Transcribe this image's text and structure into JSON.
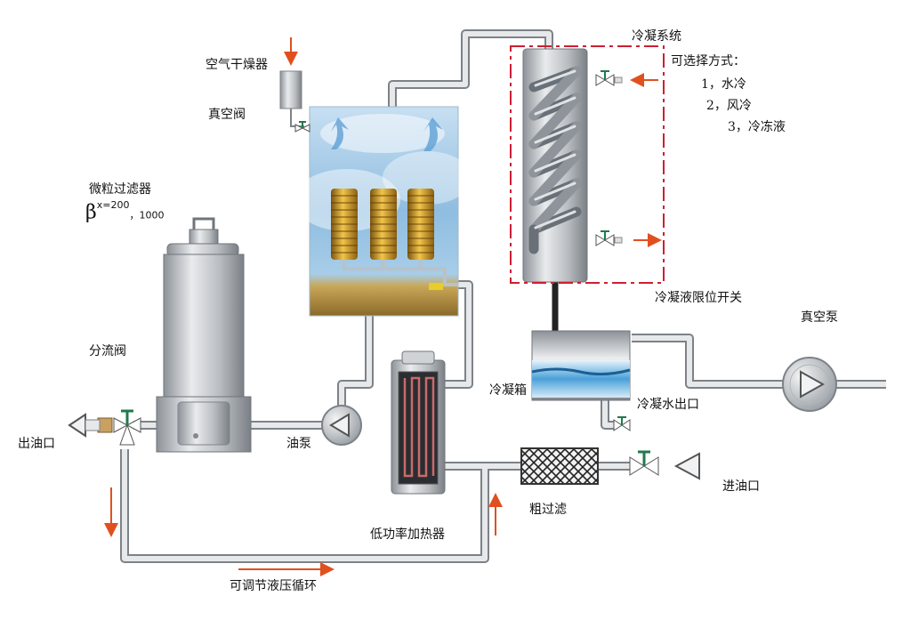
{
  "labels": {
    "air_dryer": "空气干燥器",
    "vacuum_valve": "真空阀",
    "particle_filter": "微粒过滤器",
    "beta_symbol": "β",
    "beta_sub": "x=200",
    "beta_value": "，1000",
    "diverter_valve": "分流阀",
    "oil_outlet": "出油口",
    "oil_pump": "油泵",
    "low_power_heater": "低功率加热器",
    "coarse_filter": "粗过滤",
    "oil_inlet": "进油口",
    "adjustable_circulation": "可调节液压循环",
    "condensation_system": "冷凝系统",
    "options_title": "可选择方式：",
    "option_1": "1，水冷",
    "option_2": "2，风冷",
    "option_3": "3，冷冻液",
    "condensate_limit_switch": "冷凝液限位开关",
    "condensate_tank": "冷凝箱",
    "condensate_water_outlet": "冷凝水出口",
    "vacuum_pump": "真空泵"
  },
  "colors": {
    "pipe_fill": "#d4d7da",
    "pipe_stroke": "#7d8287",
    "arrow": "#e0501f",
    "valve_green": "#1f7a4d",
    "dashed_box": "#cc1f33"
  }
}
